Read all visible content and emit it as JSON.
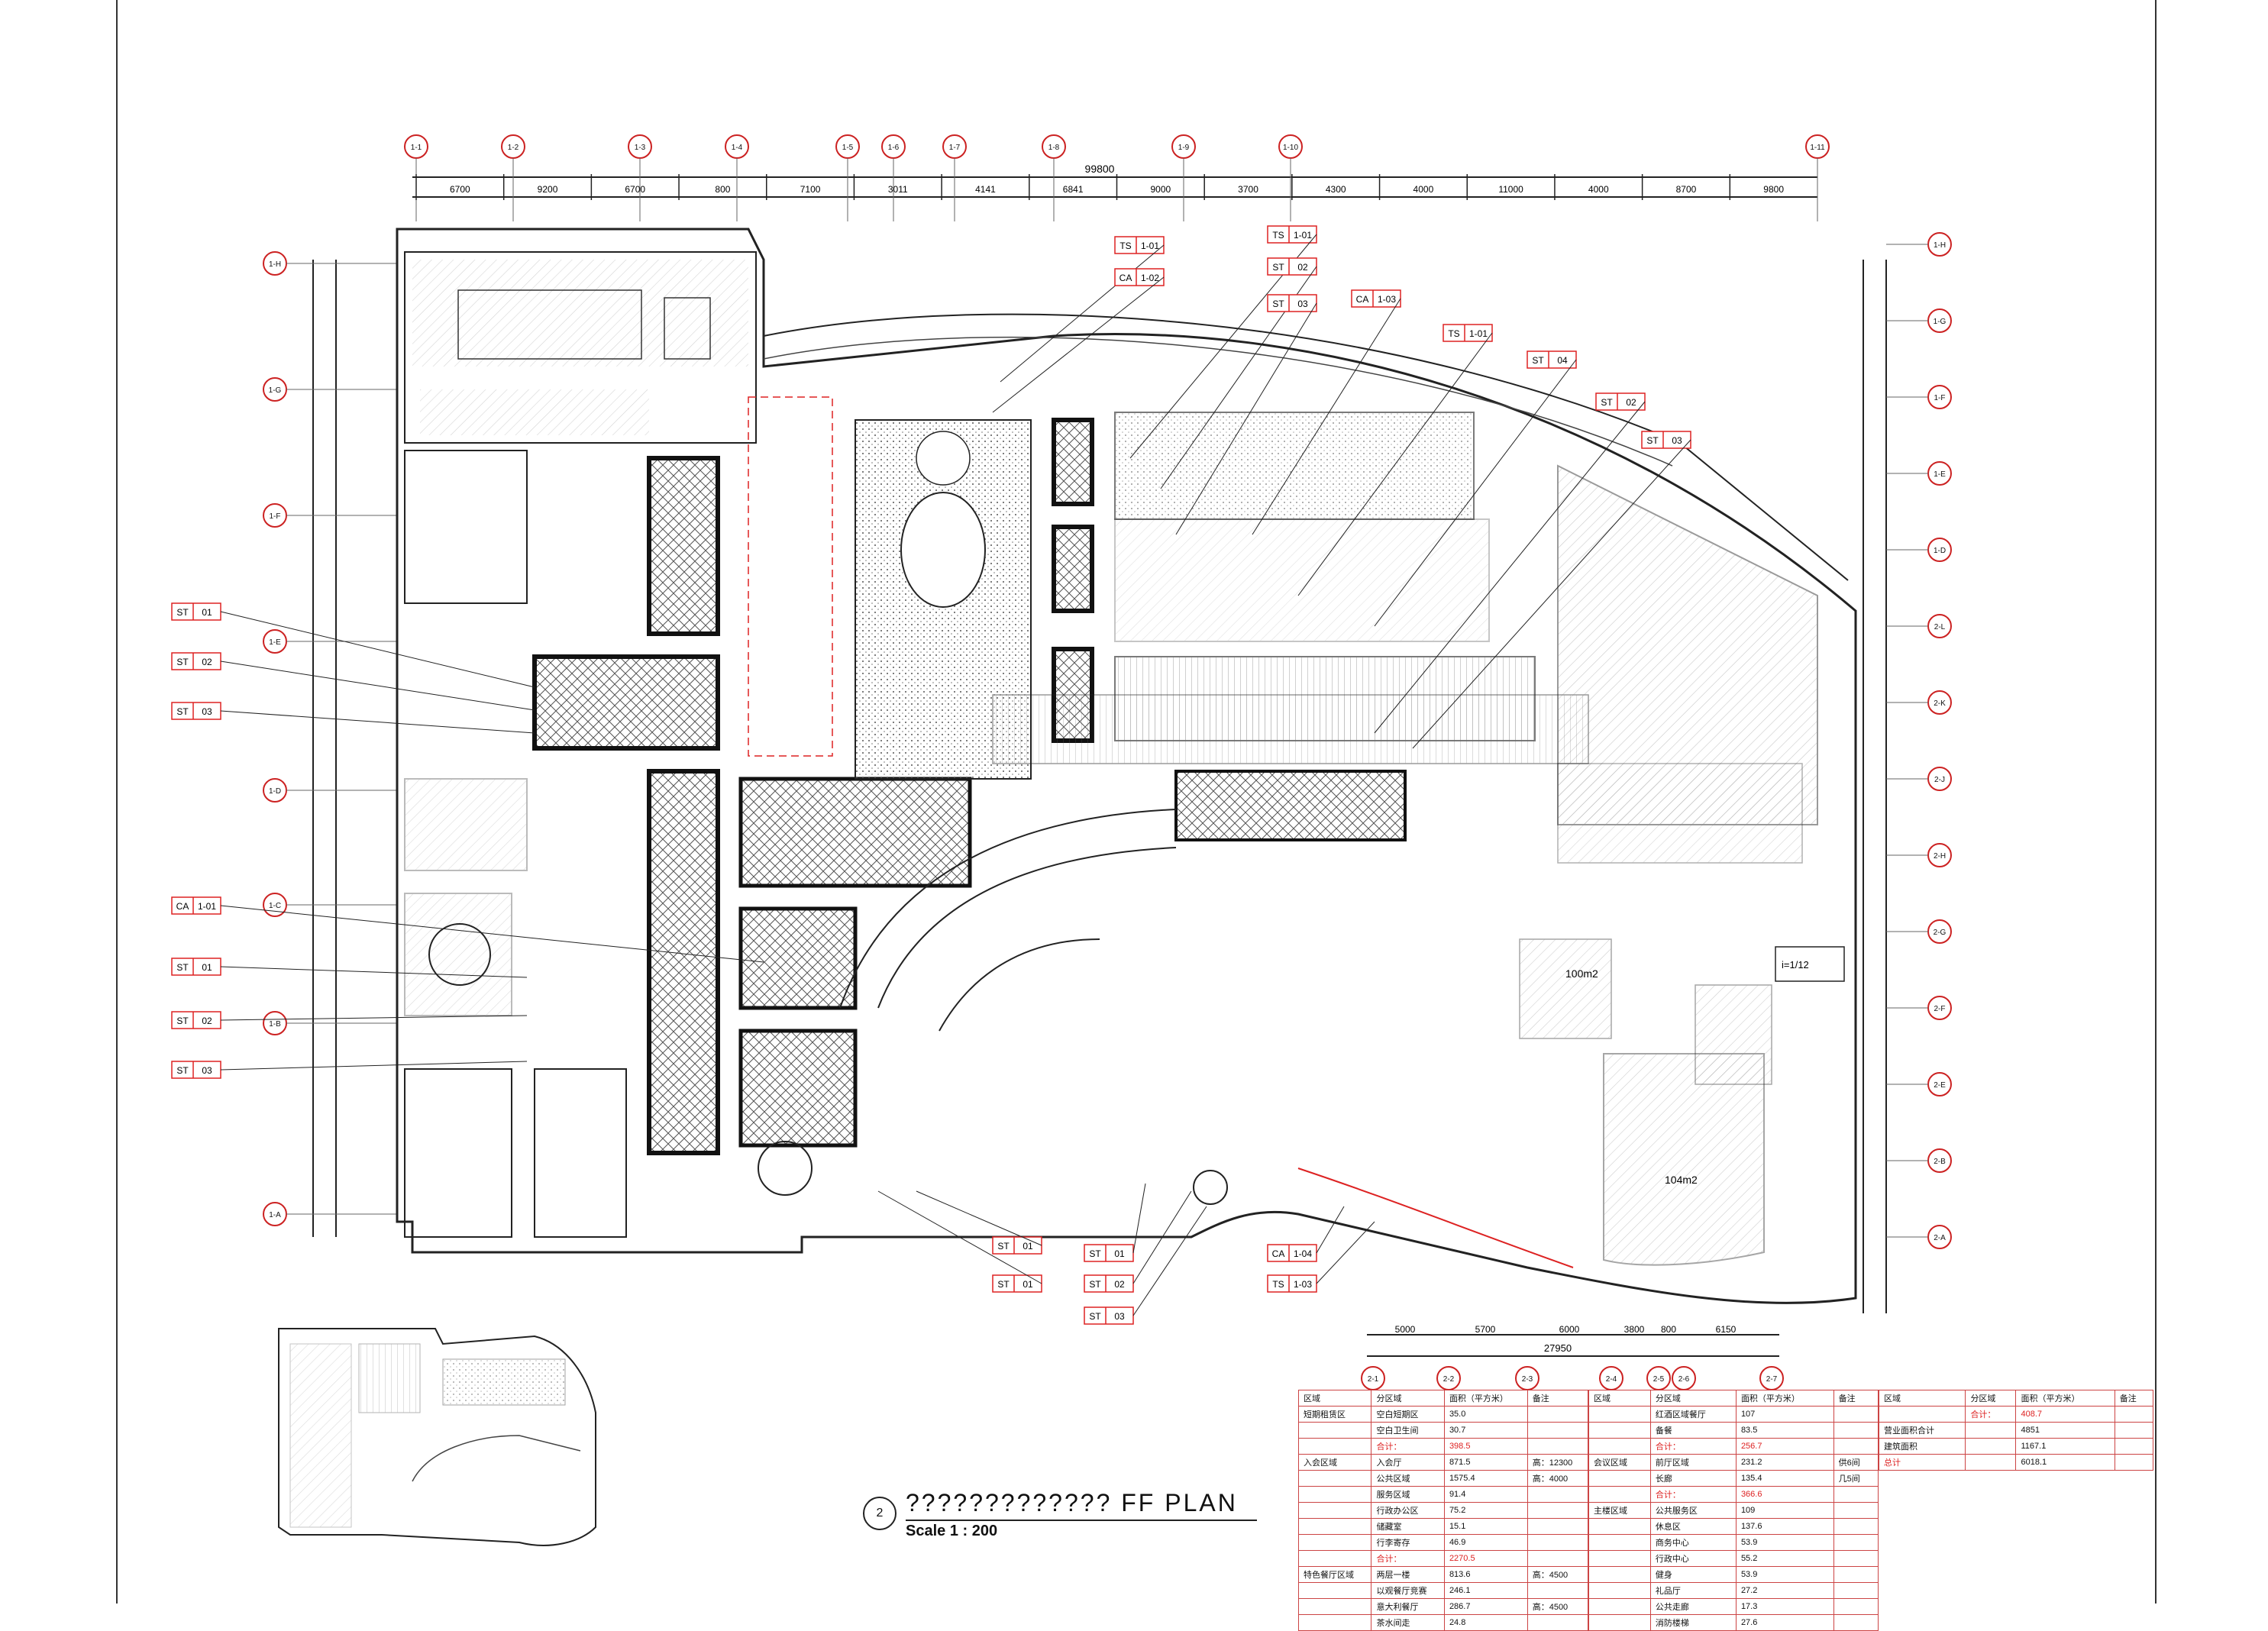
{
  "drawing": {
    "title": "?????????????  FF  PLAN",
    "scale": "Scale 1 : 200",
    "sheet_number": "2",
    "total_width_dim": "99800",
    "right_dim_total": "27950"
  },
  "top_grid": [
    "1-1",
    "1-2",
    "1-3",
    "1-4",
    "1-5",
    "1-6",
    "1-7",
    "1-8",
    "1-9",
    "1-10",
    "1-11"
  ],
  "top_dims": [
    "6700",
    "9200",
    "6700",
    "800",
    "7100",
    "3011",
    "4141",
    "6841",
    "9000",
    "3700",
    "4300",
    "4000",
    "11000",
    "4000",
    "8700",
    "9800"
  ],
  "side_grid": [
    "1-H",
    "1-G",
    "1-F",
    "1-E",
    "1-D",
    "1-C",
    "1-B",
    "1-A"
  ],
  "right_grid": [
    "1-H",
    "1-G",
    "1-F",
    "1-E",
    "1-D",
    "2-L",
    "2-K",
    "2-J",
    "2-H",
    "2-G",
    "2-F",
    "2-E",
    "2-B",
    "2-A"
  ],
  "bottom_grid": [
    "2-1",
    "2-2",
    "2-3",
    "2-4",
    "2-5",
    "2-6",
    "2-7"
  ],
  "bottom_dims": [
    "5000",
    "5700",
    "6000",
    "3800",
    "800",
    "6150"
  ],
  "callouts_left": [
    {
      "tag": "ST",
      "code": "01"
    },
    {
      "tag": "ST",
      "code": "02"
    },
    {
      "tag": "ST",
      "code": "03"
    },
    {
      "tag": "CA",
      "code": "1-01"
    },
    {
      "tag": "ST",
      "code": "01"
    },
    {
      "tag": "ST",
      "code": "02"
    },
    {
      "tag": "ST",
      "code": "03"
    }
  ],
  "callouts_top": [
    {
      "tag": "TS",
      "code": "1-01"
    },
    {
      "tag": "CA",
      "code": "1-02"
    },
    {
      "tag": "TS",
      "code": "1-01"
    },
    {
      "tag": "ST",
      "code": "02"
    },
    {
      "tag": "ST",
      "code": "03"
    },
    {
      "tag": "CA",
      "code": "1-03"
    },
    {
      "tag": "TS",
      "code": "1-01"
    },
    {
      "tag": "ST",
      "code": "04"
    },
    {
      "tag": "ST",
      "code": "02"
    },
    {
      "tag": "ST",
      "code": "03"
    }
  ],
  "callouts_bottom": [
    {
      "tag": "ST",
      "code": "01"
    },
    {
      "tag": "ST",
      "code": "01"
    },
    {
      "tag": "ST",
      "code": "01"
    },
    {
      "tag": "ST",
      "code": "02"
    },
    {
      "tag": "ST",
      "code": "03"
    },
    {
      "tag": "CA",
      "code": "1-04"
    },
    {
      "tag": "TS",
      "code": "1-03"
    }
  ],
  "area_labels": [
    "100m2",
    "104m2"
  ],
  "ramp_label": "i=1/12",
  "area_table": {
    "header": [
      "区域",
      "分区域",
      "面积（平方米）",
      "备注"
    ],
    "rows": [
      [
        "短期租赁区",
        "空白短期区",
        "35.0",
        ""
      ],
      [
        "",
        "空白卫生间",
        "30.7",
        ""
      ],
      [
        "",
        "合计：",
        "398.5",
        ""
      ],
      [
        "入会区域",
        "入会厅",
        "871.5",
        "高：12300"
      ],
      [
        "",
        "公共区域",
        "1575.4",
        "高：4000"
      ],
      [
        "",
        "服务区域",
        "91.4",
        ""
      ],
      [
        "",
        "行政办公区",
        "75.2",
        ""
      ],
      [
        "",
        "储藏室",
        "15.1",
        ""
      ],
      [
        "",
        "行李寄存",
        "46.9",
        ""
      ],
      [
        "",
        "合计：",
        "2270.5",
        ""
      ],
      [
        "特色餐厅区域",
        "两层一楼",
        "813.6",
        "高：4500"
      ],
      [
        "",
        "以观餐厅竞赛",
        "246.1",
        ""
      ],
      [
        "",
        "意大利餐厅",
        "286.7",
        "高：4500"
      ],
      [
        "",
        "茶水间走",
        "24.8",
        ""
      ]
    ]
  },
  "area_table2": {
    "header": [
      "区域",
      "分区域",
      "面积（平方米）",
      "备注"
    ],
    "rows": [
      [
        "",
        "红酒区域餐厅",
        "107",
        ""
      ],
      [
        "",
        "备餐",
        "83.5",
        ""
      ],
      [
        "",
        "合计：",
        "256.7",
        ""
      ],
      [
        "会议区域",
        "前厅区域",
        "231.2",
        "供6间"
      ],
      [
        "",
        "长廊",
        "135.4",
        "几5间"
      ],
      [
        "",
        "合计：",
        "366.6",
        ""
      ],
      [
        "主楼区域",
        "公共服务区",
        "109",
        ""
      ],
      [
        "",
        "休息区",
        "137.6",
        ""
      ],
      [
        "",
        "商务中心",
        "53.9",
        ""
      ],
      [
        "",
        "行政中心",
        "55.2",
        ""
      ],
      [
        "",
        "健身",
        "53.9",
        ""
      ],
      [
        "",
        "礼品厅",
        "27.2",
        ""
      ],
      [
        "",
        "公共走廊",
        "17.3",
        ""
      ],
      [
        "",
        "消防楼梯",
        "27.6",
        ""
      ]
    ]
  },
  "area_table3": {
    "header": [
      "区域",
      "分区域",
      "面积（平方米）",
      "备注"
    ],
    "rows": [
      [
        "",
        "合计：",
        "408.7",
        ""
      ],
      [
        "营业面积合计",
        "",
        "4851",
        ""
      ],
      [
        "建筑面积",
        "",
        "1167.1",
        ""
      ],
      [
        "总计",
        "",
        "6018.1",
        ""
      ]
    ]
  },
  "colors": {
    "red": "#d22222",
    "line": "#222222",
    "hatch": "#777777"
  }
}
